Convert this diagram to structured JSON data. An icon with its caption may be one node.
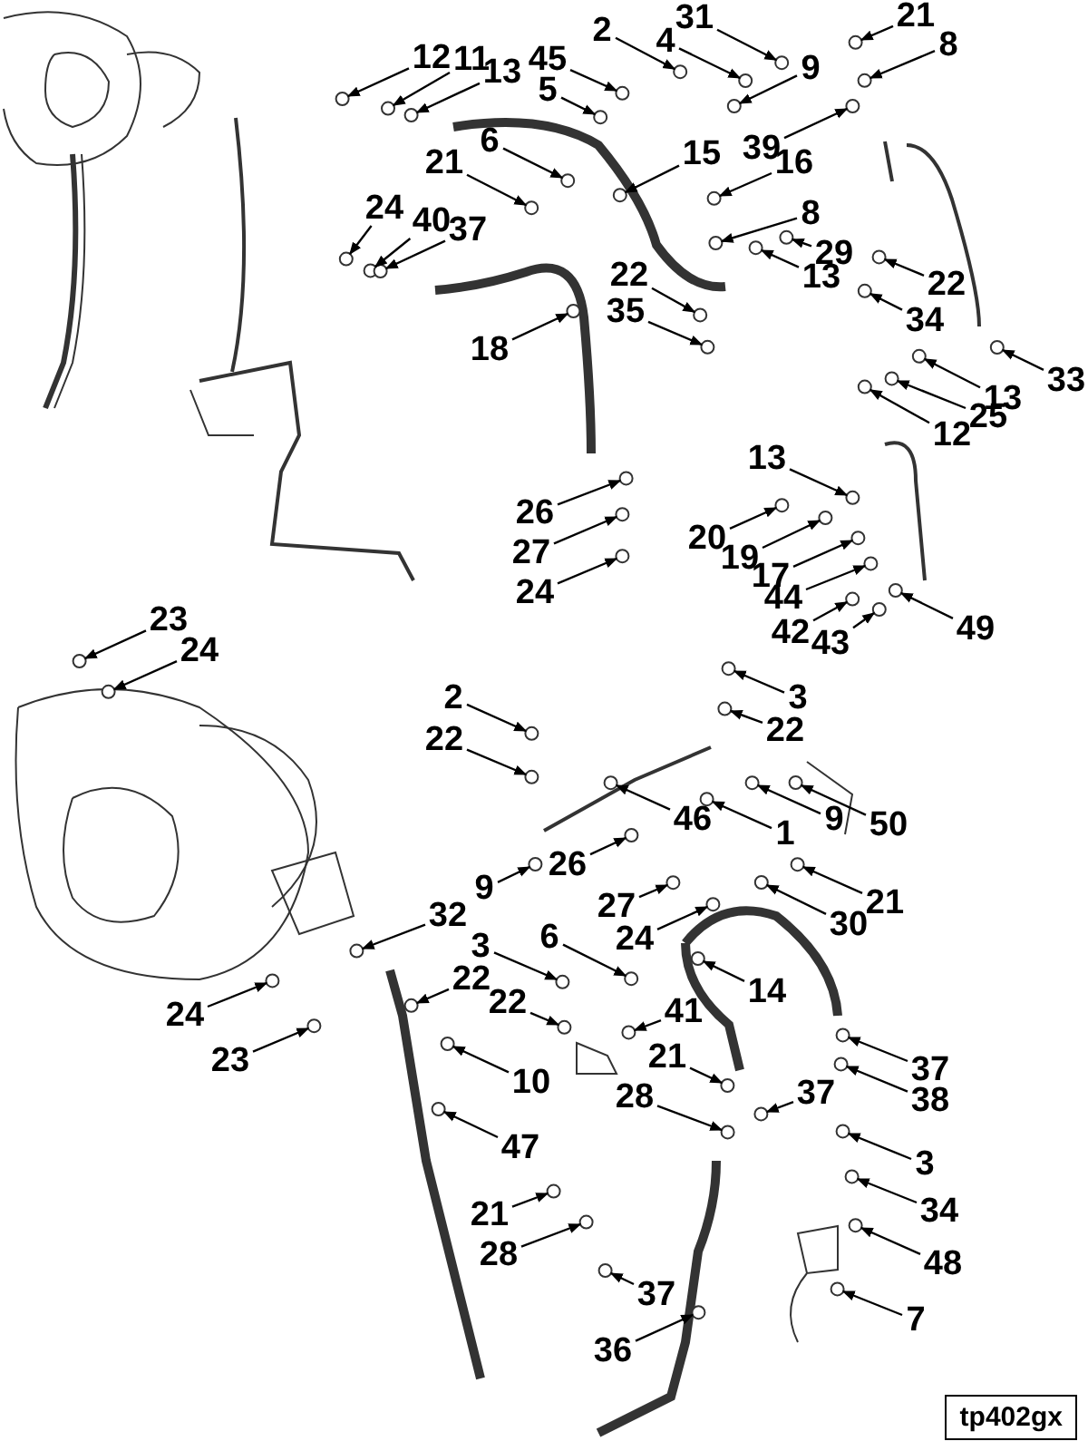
{
  "diagram": {
    "nodes": [
      {
        "text": [
          "21"
        ]
      },
      {
        "text": [
          "31"
        ]
      },
      {
        "text": [
          "2"
        ]
      },
      {
        "text": [
          "4"
        ]
      },
      {
        "text": [
          "8"
        ]
      },
      {
        "text": [
          "12"
        ]
      },
      {
        "text": [
          "11"
        ]
      },
      {
        "text": [
          "45"
        ]
      },
      {
        "text": [
          "9"
        ]
      },
      {
        "text": [
          "13"
        ]
      },
      {
        "text": [
          "5"
        ]
      },
      {
        "text": [
          "6"
        ]
      },
      {
        "text": [
          "39"
        ]
      },
      {
        "text": [
          "15"
        ]
      },
      {
        "text": [
          "21"
        ]
      },
      {
        "text": [
          "16"
        ]
      },
      {
        "text": [
          "24"
        ]
      },
      {
        "text": [
          "8"
        ]
      },
      {
        "text": [
          "40"
        ]
      },
      {
        "text": [
          "37"
        ]
      },
      {
        "text": [
          "29"
        ]
      },
      {
        "text": [
          "22"
        ]
      },
      {
        "text": [
          "13"
        ]
      },
      {
        "text": [
          "22"
        ]
      },
      {
        "text": [
          "35"
        ]
      },
      {
        "text": [
          "34"
        ]
      },
      {
        "text": [
          "18"
        ]
      },
      {
        "text": [
          "33"
        ]
      },
      {
        "text": [
          "13"
        ]
      },
      {
        "text": [
          "25"
        ]
      },
      {
        "text": [
          "12"
        ]
      },
      {
        "text": [
          "13"
        ]
      },
      {
        "text": [
          "26"
        ]
      },
      {
        "text": [
          "20"
        ]
      },
      {
        "text": [
          "27"
        ]
      },
      {
        "text": [
          "19"
        ]
      },
      {
        "text": [
          "17"
        ]
      },
      {
        "text": [
          "24"
        ]
      },
      {
        "text": [
          "44"
        ]
      },
      {
        "text": [
          "23"
        ]
      },
      {
        "text": [
          "42"
        ]
      },
      {
        "text": [
          "49"
        ]
      },
      {
        "text": [
          "43"
        ]
      },
      {
        "text": [
          "24"
        ]
      },
      {
        "text": [
          "2"
        ]
      },
      {
        "text": [
          "3"
        ]
      },
      {
        "text": [
          "22"
        ]
      },
      {
        "text": [
          "22"
        ]
      },
      {
        "text": [
          "46"
        ]
      },
      {
        "text": [
          "9"
        ]
      },
      {
        "text": [
          "50"
        ]
      },
      {
        "text": [
          "1"
        ]
      },
      {
        "text": [
          "26"
        ]
      },
      {
        "text": [
          "9"
        ]
      },
      {
        "text": [
          "21"
        ]
      },
      {
        "text": [
          "27"
        ]
      },
      {
        "text": [
          "32"
        ]
      },
      {
        "text": [
          "30"
        ]
      },
      {
        "text": [
          "6"
        ]
      },
      {
        "text": [
          "24"
        ]
      },
      {
        "text": [
          "3"
        ]
      },
      {
        "text": [
          "22"
        ]
      },
      {
        "text": [
          "14"
        ]
      },
      {
        "text": [
          "22"
        ]
      },
      {
        "text": [
          "41"
        ]
      },
      {
        "text": [
          "24"
        ]
      },
      {
        "text": [
          "23"
        ]
      },
      {
        "text": [
          "21"
        ]
      },
      {
        "text": [
          "37"
        ]
      },
      {
        "text": [
          "10"
        ]
      },
      {
        "text": [
          "37"
        ]
      },
      {
        "text": [
          "28"
        ]
      },
      {
        "text": [
          "38"
        ]
      },
      {
        "text": [
          "47"
        ]
      },
      {
        "text": [
          "3"
        ]
      },
      {
        "text": [
          "34"
        ]
      },
      {
        "text": [
          "21"
        ]
      },
      {
        "text": [
          "28"
        ]
      },
      {
        "text": [
          "48"
        ]
      },
      {
        "text": [
          "37"
        ]
      },
      {
        "text": [
          "7"
        ]
      },
      {
        "text": [
          "36"
        ]
      },
      {
        "text": [],
        "shape": "circle"
      },
      {
        "text": [],
        "shape": "circle"
      },
      {
        "text": [],
        "shape": "circle"
      },
      {
        "text": [],
        "shape": "circle"
      },
      {
        "text": [],
        "shape": "circle"
      },
      {
        "text": [],
        "shape": "circle"
      },
      {
        "text": [],
        "shape": "circle"
      },
      {
        "text": [],
        "shape": "circle"
      },
      {
        "text": [],
        "shape": "circle"
      },
      {
        "text": [],
        "shape": "circle"
      },
      {
        "text": [],
        "shape": "circle"
      },
      {
        "text": [],
        "shape": "circle"
      },
      {
        "text": [],
        "shape": "circle"
      },
      {
        "text": [],
        "shape": "circle"
      },
      {
        "text": [],
        "shape": "circle"
      },
      {
        "text": [],
        "shape": "circle"
      },
      {
        "text": [],
        "shape": "circle"
      },
      {
        "text": [],
        "shape": "circle"
      },
      {
        "text": [],
        "shape": "circle"
      },
      {
        "text": [],
        "shape": "circle"
      },
      {
        "text": [],
        "shape": "circle"
      },
      {
        "text": [],
        "shape": "circle"
      },
      {
        "text": [],
        "shape": "circle"
      },
      {
        "text": [],
        "shape": "circle"
      },
      {
        "text": [],
        "shape": "circle"
      },
      {
        "text": [],
        "shape": "circle"
      },
      {
        "text": [],
        "shape": "circle"
      },
      {
        "text": [],
        "shape": "circle"
      },
      {
        "text": [],
        "shape": "circle"
      },
      {
        "text": [],
        "shape": "circle"
      },
      {
        "text": [],
        "shape": "circle"
      },
      {
        "text": [],
        "shape": "circle"
      },
      {
        "text": [],
        "shape": "circle"
      },
      {
        "text": [],
        "shape": "circle"
      },
      {
        "text": [],
        "shape": "circle"
      },
      {
        "text": [],
        "shape": "circle"
      },
      {
        "text": [],
        "shape": "circle"
      },
      {
        "text": [],
        "shape": "circle"
      },
      {
        "text": [],
        "shape": "circle"
      },
      {
        "text": [],
        "shape": "circle"
      },
      {
        "text": [],
        "shape": "circle"
      },
      {
        "text": [],
        "shape": "circle"
      },
      {
        "text": [],
        "shape": "circle"
      },
      {
        "text": [],
        "shape": "circle"
      },
      {
        "text": [],
        "shape": "circle"
      },
      {
        "text": [],
        "shape": "circle"
      },
      {
        "text": [],
        "shape": "circle"
      },
      {
        "text": [],
        "shape": "circle"
      },
      {
        "text": [],
        "shape": "circle"
      },
      {
        "text": [],
        "shape": "circle"
      },
      {
        "text": [],
        "shape": "circle"
      },
      {
        "text": [],
        "shape": "circle"
      },
      {
        "text": [],
        "shape": "circle"
      },
      {
        "text": [],
        "shape": "circle"
      },
      {
        "text": [],
        "shape": "circle"
      },
      {
        "text": [],
        "shape": "circle"
      },
      {
        "text": [],
        "shape": "circle"
      },
      {
        "text": [],
        "shape": "circle"
      },
      {
        "text": [],
        "shape": "circle"
      },
      {
        "text": [],
        "shape": "circle"
      },
      {
        "text": [],
        "shape": "circle"
      },
      {
        "text": [],
        "shape": "circle"
      },
      {
        "text": [],
        "shape": "circle"
      },
      {
        "text": [],
        "shape": "circle"
      },
      {
        "text": [],
        "shape": "circle"
      },
      {
        "text": [],
        "shape": "circle"
      },
      {
        "text": [],
        "shape": "circle"
      },
      {
        "text": [],
        "shape": "circle"
      },
      {
        "text": [],
        "shape": "circle"
      },
      {
        "text": [],
        "shape": "circle"
      },
      {
        "text": [],
        "shape": "circle"
      },
      {
        "text": [],
        "shape": "circle"
      },
      {
        "text": [],
        "shape": "circle"
      },
      {
        "text": [],
        "shape": "circle"
      },
      {
        "text": [],
        "shape": "circle"
      },
      {
        "text": [],
        "shape": "circle"
      },
      {
        "text": [],
        "shape": "circle"
      },
      {
        "text": [],
        "shape": "circle"
      },
      {
        "text": [],
        "shape": "circle"
      },
      {
        "text": [],
        "shape": "circle"
      },
      {
        "text": [],
        "shape": "circle"
      },
      {
        "text": [],
        "shape": "circle"
      }
    ],
    "edges": [
      {
        "from": 0,
        "to": 82,
        "arrow": "to"
      },
      {
        "from": 1,
        "to": 83,
        "arrow": "to"
      },
      {
        "from": 2,
        "to": 84,
        "arrow": "to"
      },
      {
        "from": 3,
        "to": 85,
        "arrow": "to"
      },
      {
        "from": 4,
        "to": 86,
        "arrow": "to"
      },
      {
        "from": 5,
        "to": 87,
        "arrow": "to"
      },
      {
        "from": 6,
        "to": 88,
        "arrow": "to"
      },
      {
        "from": 7,
        "to": 89,
        "arrow": "to"
      },
      {
        "from": 8,
        "to": 90,
        "arrow": "to"
      },
      {
        "from": 9,
        "to": 91,
        "arrow": "to"
      },
      {
        "from": 10,
        "to": 92,
        "arrow": "to"
      },
      {
        "from": 11,
        "to": 93,
        "arrow": "to"
      },
      {
        "from": 12,
        "to": 94,
        "arrow": "to"
      },
      {
        "from": 13,
        "to": 95,
        "arrow": "to"
      },
      {
        "from": 14,
        "to": 96,
        "arrow": "to"
      },
      {
        "from": 15,
        "to": 97,
        "arrow": "to"
      },
      {
        "from": 16,
        "to": 98,
        "arrow": "to"
      },
      {
        "from": 17,
        "to": 99,
        "arrow": "to"
      },
      {
        "from": 18,
        "to": 100,
        "arrow": "to"
      },
      {
        "from": 19,
        "to": 101,
        "arrow": "to"
      },
      {
        "from": 20,
        "to": 102,
        "arrow": "to"
      },
      {
        "from": 21,
        "to": 103,
        "arrow": "to"
      },
      {
        "from": 22,
        "to": 104,
        "arrow": "to"
      },
      {
        "from": 23,
        "to": 105,
        "arrow": "to"
      },
      {
        "from": 24,
        "to": 106,
        "arrow": "to"
      },
      {
        "from": 25,
        "to": 107,
        "arrow": "to"
      },
      {
        "from": 26,
        "to": 108,
        "arrow": "to"
      },
      {
        "from": 27,
        "to": 109,
        "arrow": "to"
      },
      {
        "from": 28,
        "to": 110,
        "arrow": "to"
      },
      {
        "from": 29,
        "to": 111,
        "arrow": "to"
      },
      {
        "from": 30,
        "to": 112,
        "arrow": "to"
      },
      {
        "from": 31,
        "to": 113,
        "arrow": "to"
      },
      {
        "from": 32,
        "to": 114,
        "arrow": "to"
      },
      {
        "from": 33,
        "to": 115,
        "arrow": "to"
      },
      {
        "from": 34,
        "to": 116,
        "arrow": "to"
      },
      {
        "from": 35,
        "to": 117,
        "arrow": "to"
      },
      {
        "from": 36,
        "to": 118,
        "arrow": "to"
      },
      {
        "from": 37,
        "to": 119,
        "arrow": "to"
      },
      {
        "from": 38,
        "to": 120,
        "arrow": "to"
      },
      {
        "from": 39,
        "to": 121,
        "arrow": "to"
      },
      {
        "from": 40,
        "to": 122,
        "arrow": "to"
      },
      {
        "from": 41,
        "to": 123,
        "arrow": "to"
      },
      {
        "from": 42,
        "to": 124,
        "arrow": "to"
      },
      {
        "from": 43,
        "to": 125,
        "arrow": "to"
      },
      {
        "from": 44,
        "to": 126,
        "arrow": "to"
      },
      {
        "from": 45,
        "to": 127,
        "arrow": "to"
      },
      {
        "from": 46,
        "to": 128,
        "arrow": "to"
      },
      {
        "from": 47,
        "to": 129,
        "arrow": "to"
      },
      {
        "from": 48,
        "to": 130,
        "arrow": "to"
      },
      {
        "from": 49,
        "to": 131,
        "arrow": "to"
      },
      {
        "from": 50,
        "to": 132,
        "arrow": "to"
      },
      {
        "from": 51,
        "to": 133,
        "arrow": "to"
      },
      {
        "from": 52,
        "to": 134,
        "arrow": "to"
      },
      {
        "from": 53,
        "to": 135,
        "arrow": "to"
      },
      {
        "from": 54,
        "to": 136,
        "arrow": "to"
      },
      {
        "from": 55,
        "to": 137,
        "arrow": "to"
      },
      {
        "from": 56,
        "to": 138,
        "arrow": "to"
      },
      {
        "from": 57,
        "to": 139,
        "arrow": "to"
      },
      {
        "from": 58,
        "to": 140,
        "arrow": "to"
      },
      {
        "from": 59,
        "to": 141,
        "arrow": "to"
      },
      {
        "from": 60,
        "to": 142,
        "arrow": "to"
      },
      {
        "from": 61,
        "to": 143,
        "arrow": "to"
      },
      {
        "from": 62,
        "to": 144,
        "arrow": "to"
      },
      {
        "from": 63,
        "to": 145,
        "arrow": "to"
      },
      {
        "from": 64,
        "to": 146,
        "arrow": "to"
      },
      {
        "from": 65,
        "to": 147,
        "arrow": "to"
      },
      {
        "from": 66,
        "to": 148,
        "arrow": "to"
      },
      {
        "from": 67,
        "to": 149,
        "arrow": "to"
      },
      {
        "from": 68,
        "to": 150,
        "arrow": "to"
      },
      {
        "from": 69,
        "to": 151,
        "arrow": "to"
      },
      {
        "from": 70,
        "to": 152,
        "arrow": "to"
      },
      {
        "from": 71,
        "to": 153,
        "arrow": "to"
      },
      {
        "from": 72,
        "to": 154,
        "arrow": "to"
      },
      {
        "from": 73,
        "to": 155,
        "arrow": "to"
      },
      {
        "from": 74,
        "to": 156,
        "arrow": "to"
      },
      {
        "from": 75,
        "to": 157,
        "arrow": "to"
      },
      {
        "from": 76,
        "to": 158,
        "arrow": "to"
      },
      {
        "from": 77,
        "to": 159,
        "arrow": "to"
      },
      {
        "from": 78,
        "to": 160,
        "arrow": "to"
      },
      {
        "from": 79,
        "to": 161,
        "arrow": "to"
      },
      {
        "from": 80,
        "to": 162,
        "arrow": "to"
      },
      {
        "from": 81,
        "to": 163,
        "arrow": "to"
      }
    ],
    "labels": [
      "tp402gx"
    ]
  }
}
